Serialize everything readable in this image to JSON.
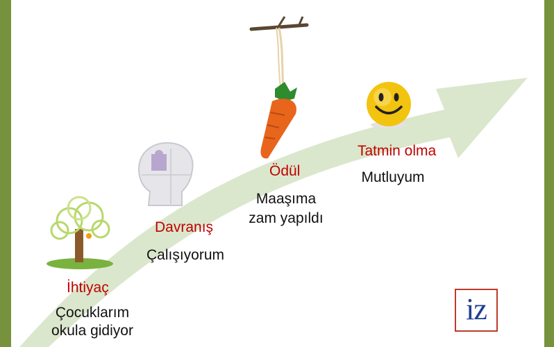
{
  "steps": [
    {
      "title": "İhtiyaç",
      "lines": [
        "Çocuklarım",
        "okula gidiyor"
      ],
      "icon": "tree-icon"
    },
    {
      "title": "Davranış",
      "lines": [
        "Çalışıyorum"
      ],
      "icon": "puzzle-head-icon"
    },
    {
      "title": "Ödül",
      "lines": [
        "Maaşıma",
        "zam yapıldı"
      ],
      "icon": "carrot-on-stick-icon"
    },
    {
      "title": "Tatmin olma",
      "lines": [
        "Mutluyum"
      ],
      "icon": "smiley-icon"
    }
  ],
  "logo": {
    "text": "iz"
  },
  "colors": {
    "frame": "#76923c",
    "arrow": "#dbe7cc",
    "title": "#c00000"
  }
}
